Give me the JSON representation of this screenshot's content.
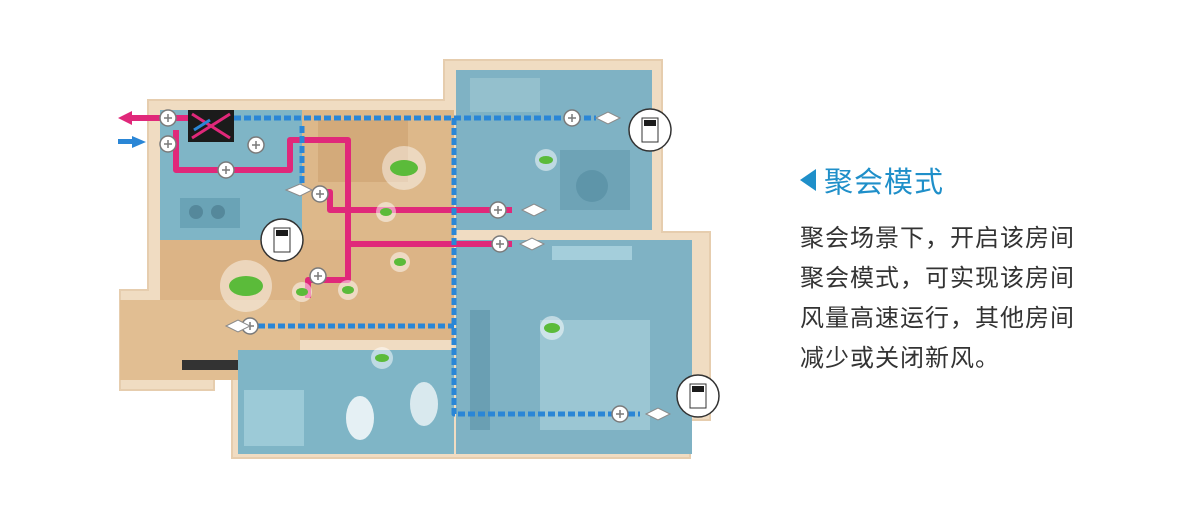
{
  "panel": {
    "title": "聚会模式",
    "description_lines": [
      "聚会场景下，开启该房间",
      "聚会模式，可实现该房间",
      "风量高速运行，其他房间",
      "减少或关闭新风。"
    ]
  },
  "colors": {
    "accent": "#1f8fc9",
    "supply_duct": "#2a86d6",
    "exhaust_duct": "#e0287a",
    "text": "#333333"
  },
  "icons": [
    "arrow-left-icon",
    "fan-icon",
    "leaf-icon",
    "control-panel-icon",
    "heat-exchanger-icon"
  ]
}
